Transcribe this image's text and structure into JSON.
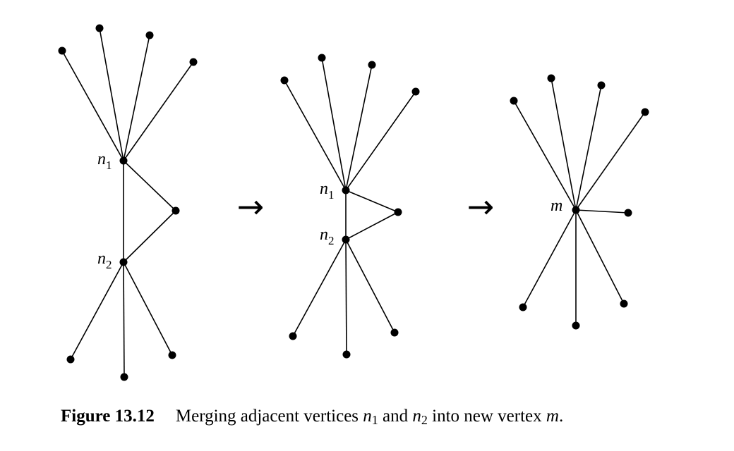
{
  "figure": {
    "graphs": [
      {
        "id": "before",
        "labels": [
          {
            "vertex": "n1",
            "base": "n",
            "sub": "1"
          },
          {
            "vertex": "n2",
            "base": "n",
            "sub": "2"
          }
        ]
      },
      {
        "id": "middle",
        "labels": [
          {
            "vertex": "n1",
            "base": "n",
            "sub": "1"
          },
          {
            "vertex": "n2",
            "base": "n",
            "sub": "2"
          }
        ]
      },
      {
        "id": "after",
        "labels": [
          {
            "vertex": "m",
            "base": "m",
            "sub": ""
          }
        ]
      }
    ],
    "arrows": [
      "→",
      "→"
    ]
  },
  "caption": {
    "figure_number": "Figure 13.12",
    "text_before": "Merging adjacent vertices ",
    "v1": "n",
    "v1_sub": "1",
    "text_and": " and ",
    "v2": "n",
    "v2_sub": "2",
    "text_into": " into new vertex ",
    "v3": "m",
    "text_end": "."
  }
}
